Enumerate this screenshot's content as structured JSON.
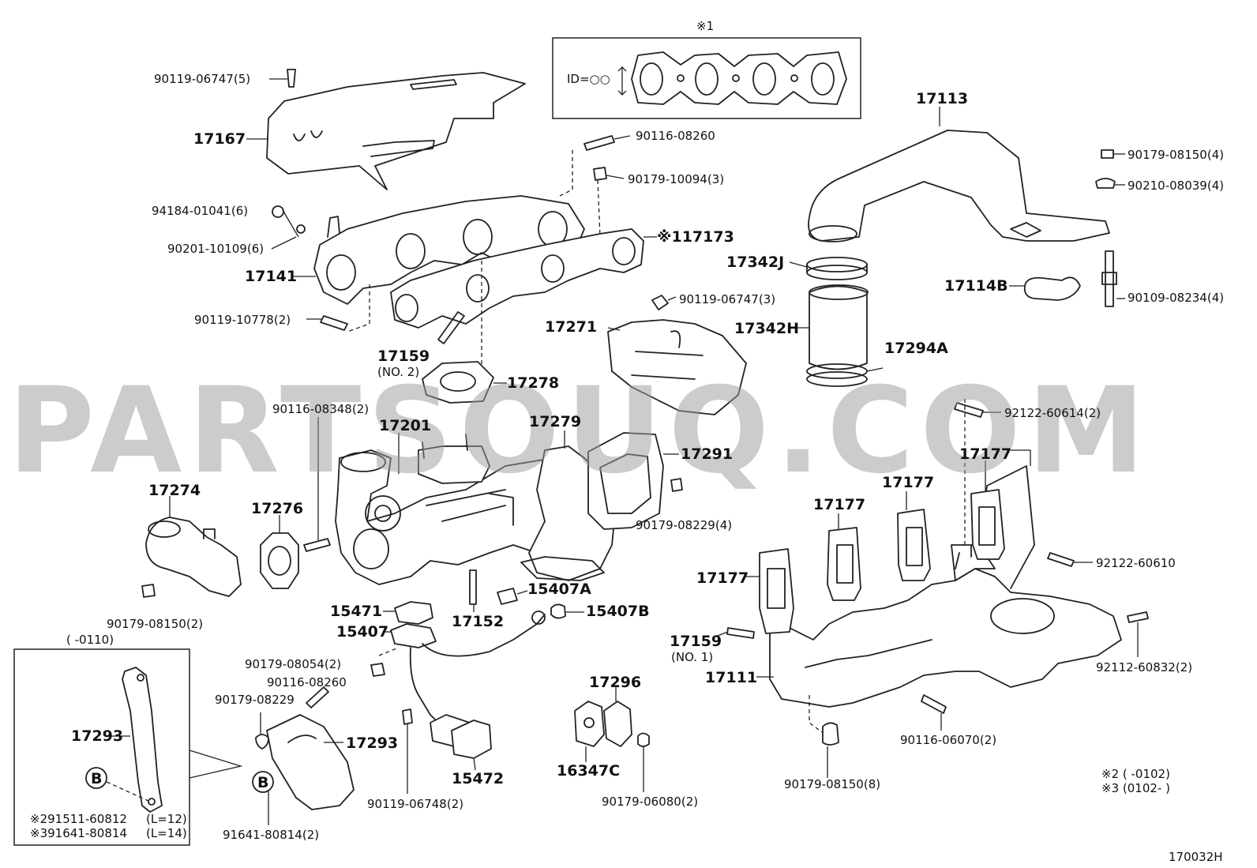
{
  "watermark": "PARTSOUQ.COM",
  "diagram_code": "170032H",
  "notes": {
    "ref1_mark": "※1",
    "id_label": "ID=○○",
    "range_top": "(     -0110)",
    "note2": "※2 (      -0102)",
    "note3": "※3 (0102-      )",
    "inset_part_a": "※291511-60812",
    "inset_len_a": "(L=12)",
    "inset_part_b": "※391641-80814",
    "inset_len_b": "(L=14)",
    "b_marker": "B"
  },
  "labels": {
    "l1": "90119-06747(5)",
    "l2": "17167",
    "l3": "94184-01041(6)",
    "l4": "90201-10109(6)",
    "l5": "17141",
    "l6": "90119-10778(2)",
    "l7": "17159",
    "l8": "(NO. 2)",
    "l9": "90116-08260",
    "l10": "90179-10094(3)",
    "l11": "※117173",
    "l12": "17113",
    "l13": "90179-08150(4)",
    "l14": "90210-08039(4)",
    "l15": "17342J",
    "l16": "17114B",
    "l17": "90109-08234(4)",
    "l18": "17342H",
    "l19": "17294A",
    "l20": "90119-06747(3)",
    "l21": "17271",
    "l22": "17278",
    "l23": "90116-08348(2)",
    "l24": "17201",
    "l25": "17279",
    "l26": "17291",
    "l27": "92122-60614(2)",
    "l28": "17177",
    "l29": "17177",
    "l30": "17177",
    "l31": "17177",
    "l32": "17274",
    "l33": "17276",
    "l34": "90179-08229(4)",
    "l35": "92122-60610",
    "l36": "90179-08150(2)",
    "l37": "15407A",
    "l38": "15471",
    "l39": "15407B",
    "l40": "15407",
    "l41": "17152",
    "l42": "17159",
    "l43": "(NO. 1)",
    "l44": "17111",
    "l45": "92112-60832(2)",
    "l46": "90179-08054(2)",
    "l47": "90116-08260",
    "l48": "90179-08229",
    "l49": "17296",
    "l50": "17293",
    "l51": "17293",
    "l52": "16347C",
    "l53": "15472",
    "l54": "90116-06070(2)",
    "l55": "90119-06748(2)",
    "l56": "90179-06080(2)",
    "l57": "90179-08150(8)",
    "l58": "91641-80814(2)"
  }
}
